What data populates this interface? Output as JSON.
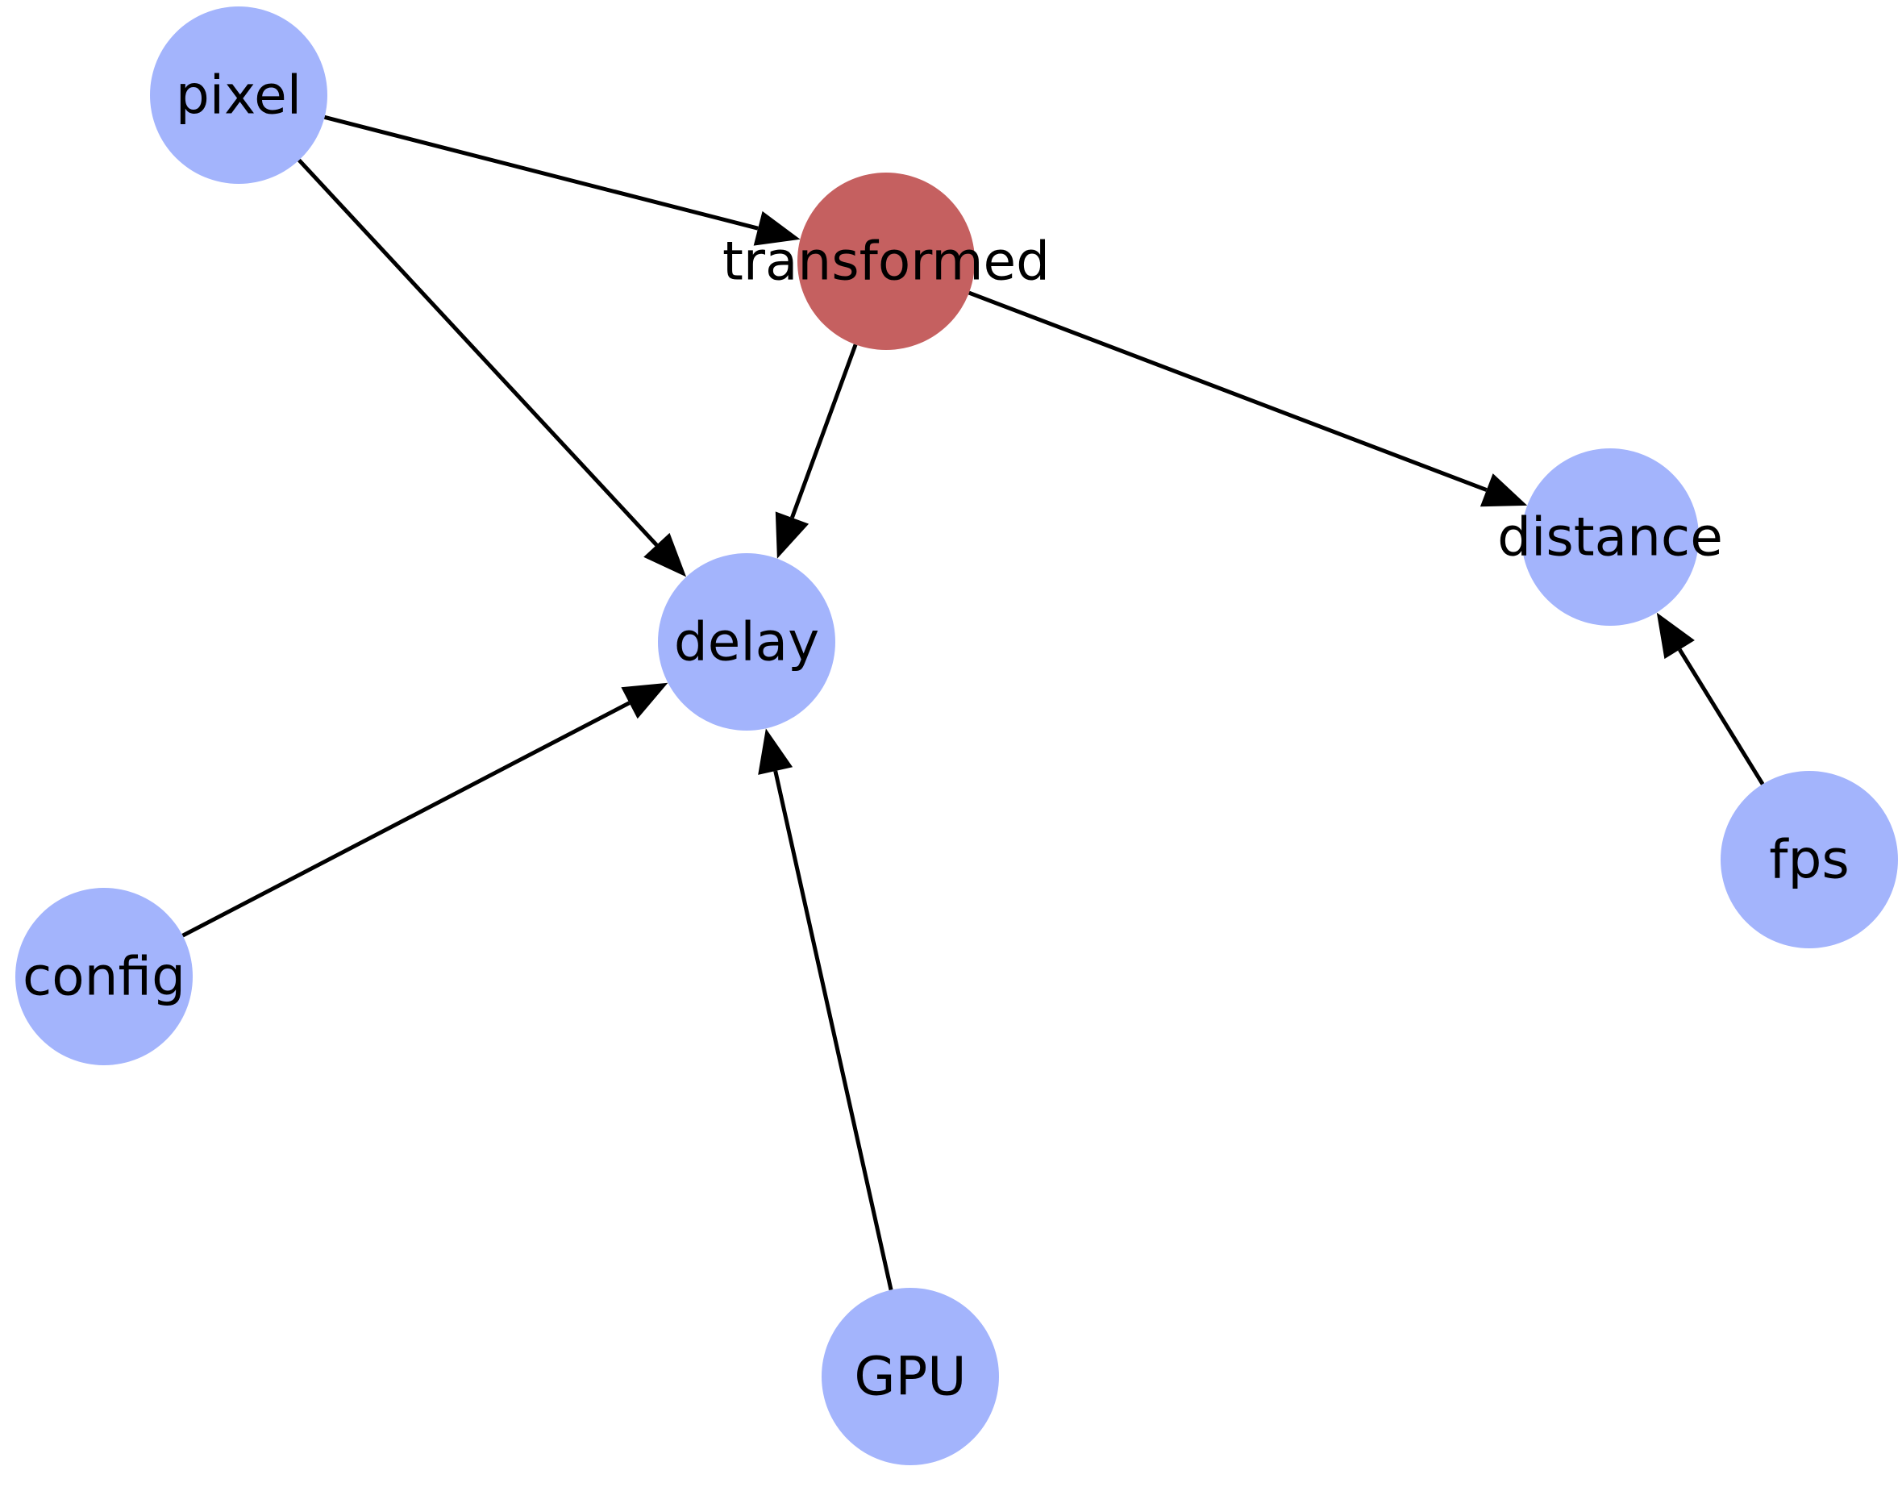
{
  "graph": {
    "colors": {
      "default_node": "#a3b4fc",
      "highlight_node": "#c56060",
      "edge": "#000000",
      "label": "#000000"
    },
    "nodes": [
      {
        "id": "pixel",
        "label": "pixel",
        "highlight": false
      },
      {
        "id": "transformed",
        "label": "transformed",
        "highlight": true
      },
      {
        "id": "distance",
        "label": "distance",
        "highlight": false
      },
      {
        "id": "delay",
        "label": "delay",
        "highlight": false
      },
      {
        "id": "config",
        "label": "config",
        "highlight": false
      },
      {
        "id": "fps",
        "label": "fps",
        "highlight": false
      },
      {
        "id": "GPU",
        "label": "GPU",
        "highlight": false
      }
    ],
    "edges": [
      {
        "from": "pixel",
        "to": "transformed"
      },
      {
        "from": "pixel",
        "to": "delay"
      },
      {
        "from": "transformed",
        "to": "delay"
      },
      {
        "from": "transformed",
        "to": "distance"
      },
      {
        "from": "config",
        "to": "delay"
      },
      {
        "from": "GPU",
        "to": "delay"
      },
      {
        "from": "fps",
        "to": "distance"
      }
    ]
  }
}
